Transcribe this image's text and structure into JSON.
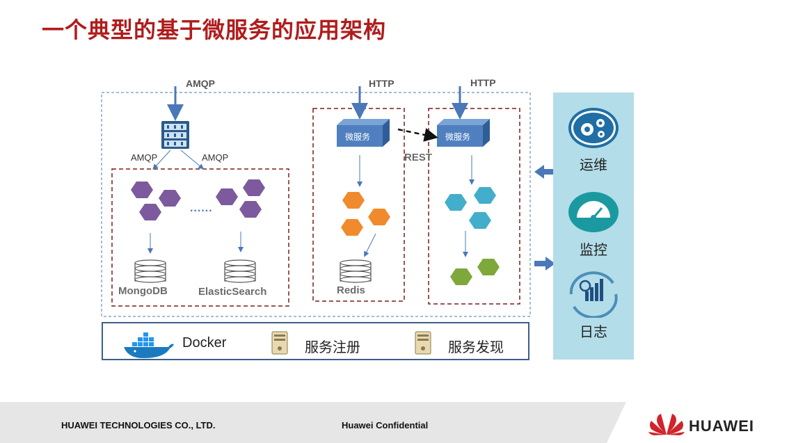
{
  "title": "一个典型的基于微服务的应用架构",
  "inputs": {
    "amqp_top": "AMQP",
    "http_left": "HTTP",
    "http_right": "HTTP"
  },
  "queue": {
    "amqp_left": "AMQP",
    "amqp_right": "AMQP",
    "dots": "......"
  },
  "datastores": {
    "mongodb": "MongoDB",
    "elasticsearch": "ElasticSearch",
    "redis": "Redis"
  },
  "microservices": {
    "left": "微服务",
    "right": "微服务",
    "rest": "REST"
  },
  "platform": {
    "docker": "Docker",
    "registry": "服务注册",
    "discovery": "服务发现"
  },
  "ops": {
    "operations": "运维",
    "monitoring": "监控",
    "logging": "日志"
  },
  "footer": {
    "company": "HUAWEI TECHNOLOGIES CO., LTD.",
    "confidential": "Huawei Confidential",
    "brand": "HUAWEI"
  },
  "colors": {
    "title": "#b01c1c",
    "purple": "#7d5a9e",
    "orange": "#f08a2c",
    "teal": "#42aecb",
    "green": "#7fa83a",
    "cube": "#4f7fbf",
    "ops_panel": "#b3dde9",
    "arrow": "#4a78b8"
  }
}
